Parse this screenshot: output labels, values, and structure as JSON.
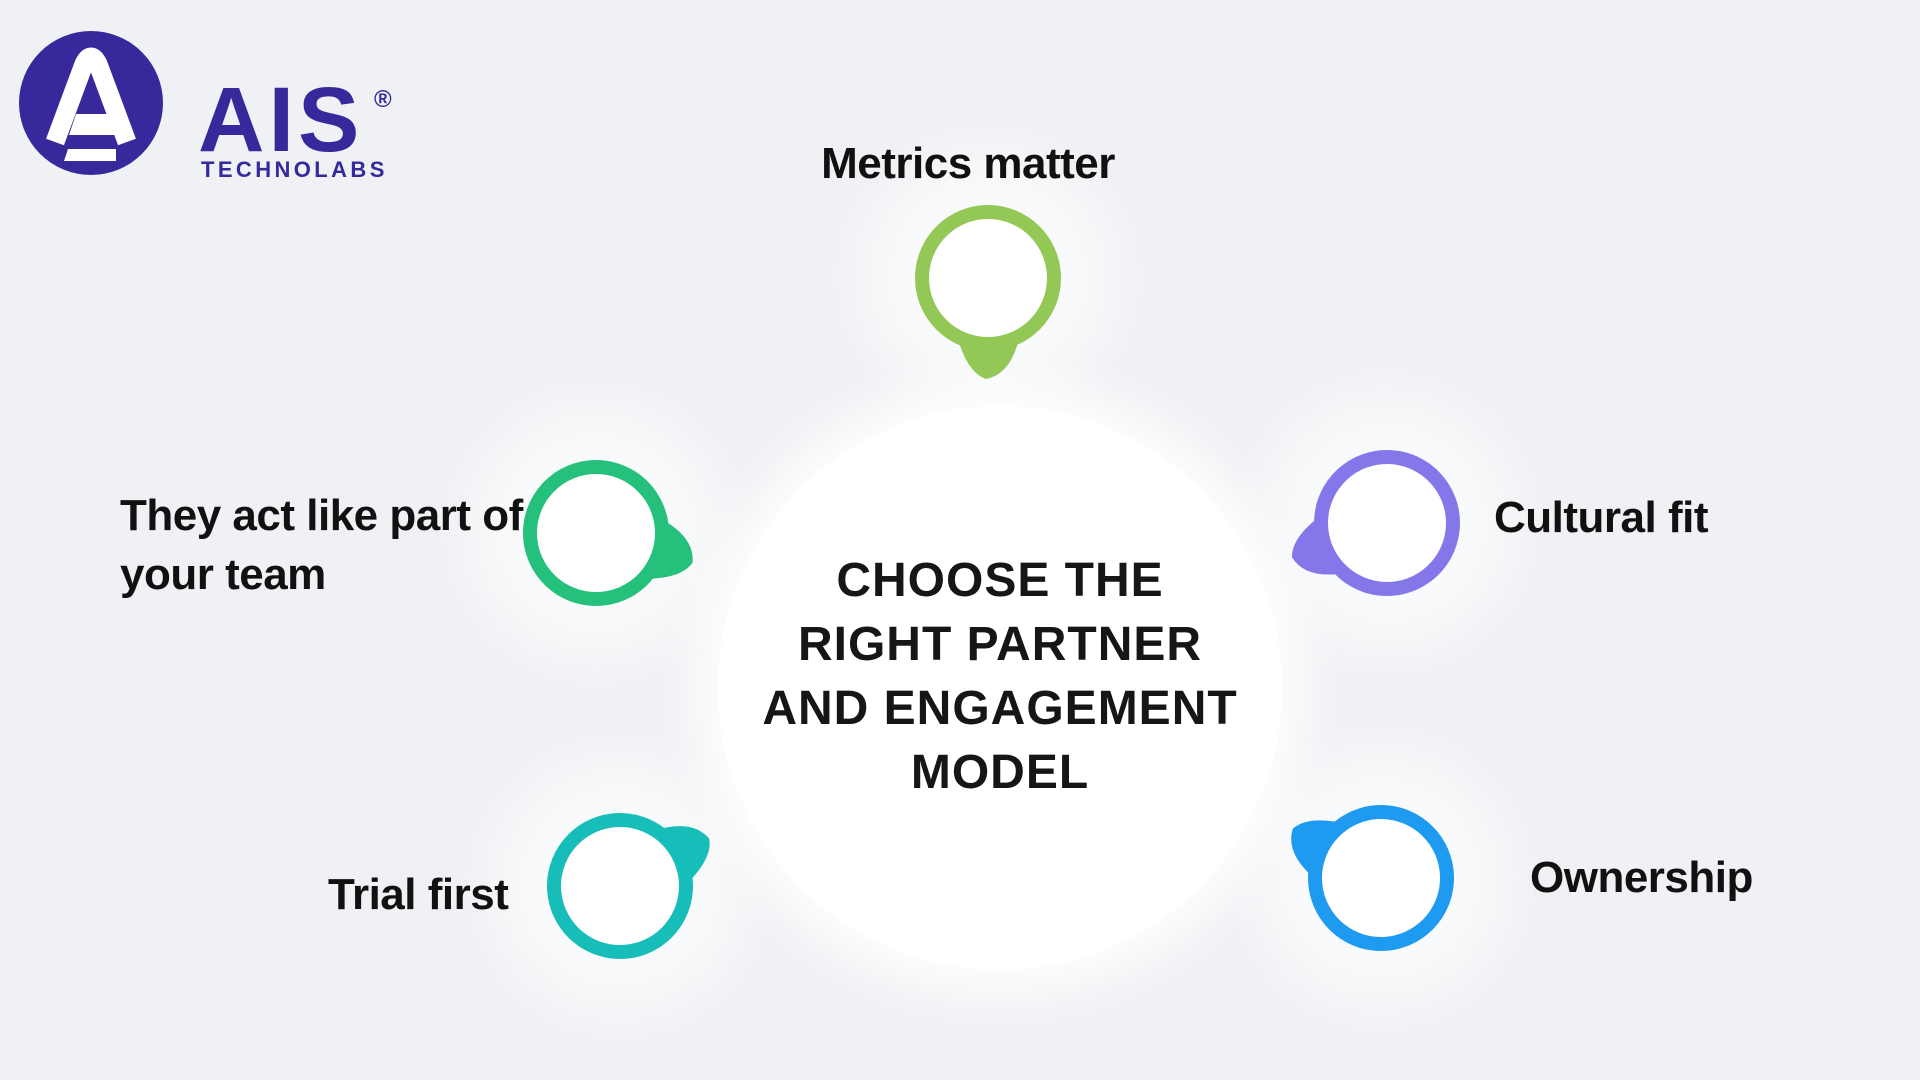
{
  "logo": {
    "brand": "AIS",
    "registered": "®",
    "subtitle": "TECHNOLABS",
    "color": "#37289B"
  },
  "center": {
    "lines": [
      "CHOOSE THE",
      "RIGHT PARTNER",
      "AND ENGAGEMENT",
      "MODEL"
    ]
  },
  "nodes": [
    {
      "label": "Metrics matter",
      "color": "#93C857"
    },
    {
      "label": "Cultural fit",
      "color": "#8377E9"
    },
    {
      "label": "Ownership",
      "color": "#1E9BF0"
    },
    {
      "label": "Trial first",
      "color": "#16BDB9"
    },
    {
      "label": "They act like part of your team",
      "lines": [
        "They act like part of",
        "your team"
      ],
      "color": "#25C17C"
    }
  ],
  "colors": {
    "background": "#EFF1F4",
    "label_text": "#111111",
    "center_text": "#161616",
    "node_fill": "#FFFFFF"
  }
}
